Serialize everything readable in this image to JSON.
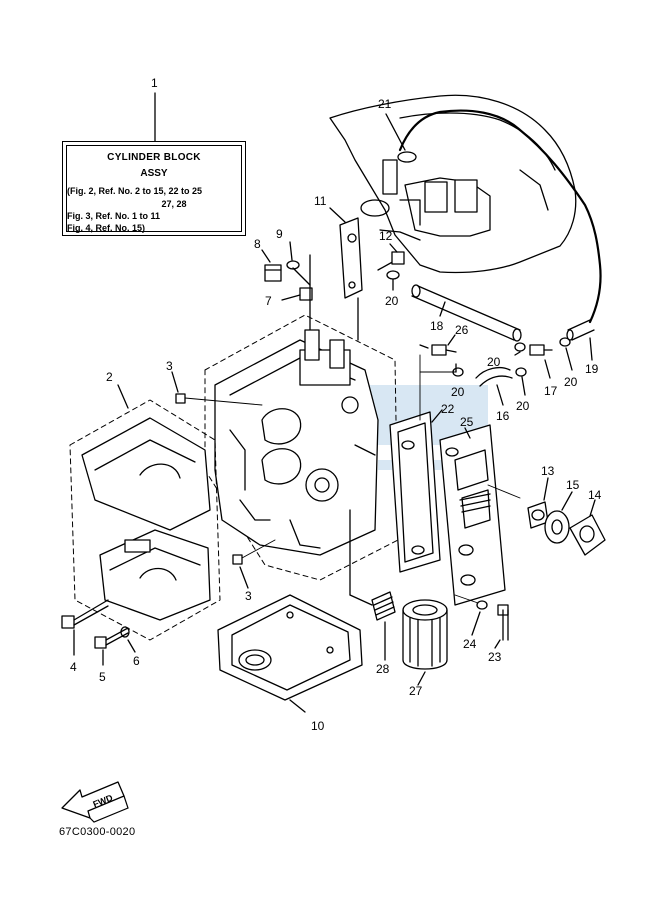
{
  "legend": {
    "title": "CYLINDER BLOCK",
    "subtitle": "ASSY",
    "refs": [
      "(Fig. 2, Ref. No. 2 to 15, 22 to 25",
      "27, 28",
      "Fig. 3, Ref. No. 1 to 11",
      "Fig. 4, Ref. No. 15)"
    ]
  },
  "callouts": {
    "c1": "1",
    "c2": "2",
    "c3a": "3",
    "c3b": "3",
    "c4": "4",
    "c5": "5",
    "c6": "6",
    "c7": "7",
    "c8": "8",
    "c9": "9",
    "c10": "10",
    "c11": "11",
    "c12": "12",
    "c13": "13",
    "c14": "14",
    "c15": "15",
    "c16": "16",
    "c17": "17",
    "c18": "18",
    "c19": "19",
    "c20a": "20",
    "c20b": "20",
    "c20c": "20",
    "c20d": "20",
    "c20e": "20",
    "c21": "21",
    "c22": "22",
    "c23": "23",
    "c24": "24",
    "c25": "25",
    "c26": "26",
    "c27": "27",
    "c28": "28"
  },
  "fwd_label": "FWD",
  "drawing_number": "67C0300-0020",
  "colors": {
    "ink": "#000000",
    "watermark": "#2f7fc1"
  }
}
